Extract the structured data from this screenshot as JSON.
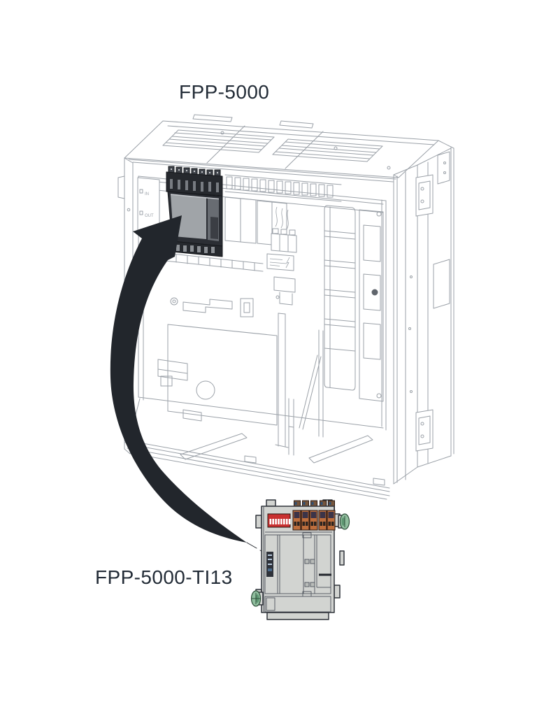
{
  "diagram": {
    "title": "FPP-5000",
    "module_label": "FPP-5000-TI13",
    "enclosure_port_labels": {
      "in_label": "IN",
      "out_label": "OUT"
    },
    "icons": {
      "install_arrow": "curved-arrow"
    },
    "colors": {
      "background": "#ffffff",
      "line_art": "#9ba1a8",
      "label_text": "#232c37",
      "arrow": "#22262c",
      "module_body": "#d2d4d1",
      "module_outline": "#2f333a",
      "dip_switch_red": "#c93030",
      "terminal_orange": "#bd6e3d",
      "thumbscrew_green": "#8fbd9d",
      "installed_module_dark": "#26292e"
    }
  }
}
